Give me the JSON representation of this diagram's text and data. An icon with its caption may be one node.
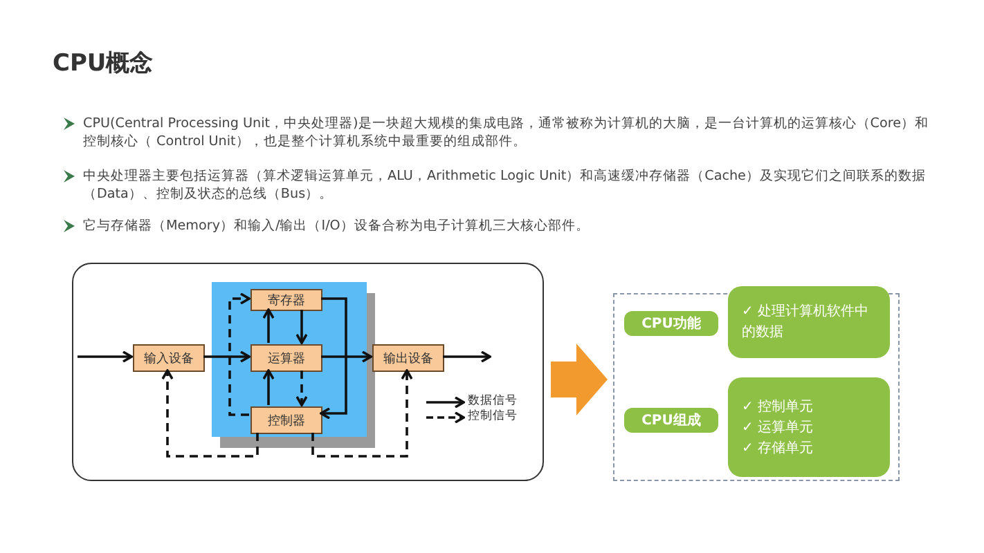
{
  "diagram": {
    "title": "CPU概念",
    "nodes": [
      {
        "text": [],
        "shape": "box"
      },
      {
        "text": [],
        "shape": "box",
        "in": 0
      },
      {
        "text": [
          "寄存器"
        ],
        "in": 1
      },
      {
        "text": [
          "输入设备"
        ],
        "in": 0
      },
      {
        "text": [
          "运算器"
        ],
        "in": 1
      },
      {
        "text": [
          "输出设备"
        ],
        "in": 0
      },
      {
        "text": [
          "控制器"
        ],
        "in": 1
      },
      {
        "text": [],
        "shape": "box"
      },
      {
        "text": [
          "CPU功能"
        ],
        "in": 7
      },
      {
        "text": [
          "✓ 处理计算机软件中的数据"
        ],
        "in": 7
      },
      {
        "text": [
          "CPU组成"
        ],
        "in": 7
      },
      {
        "text": [
          "✓ 控制单元",
          "✓ 运算单元",
          "✓ 存储单元"
        ],
        "in": 7
      }
    ],
    "edges": [
      {
        "from": null,
        "to": 3,
        "arrow": "to"
      },
      {
        "from": 3,
        "to": 4,
        "arrow": "to"
      },
      {
        "from": 4,
        "to": 5,
        "arrow": "to"
      },
      {
        "from": 5,
        "to": null,
        "arrow": "to"
      },
      {
        "from": 4,
        "to": 2,
        "arrow": "to"
      },
      {
        "from": 2,
        "to": 4,
        "arrow": "to"
      },
      {
        "from": 6,
        "to": 4,
        "arrow": "to"
      },
      {
        "from": 4,
        "to": 6,
        "arrow": "to",
        "style": "dashed"
      },
      {
        "from": 2,
        "to": 6,
        "arrow": "to"
      },
      {
        "from": 6,
        "to": 3,
        "arrow": "to",
        "style": "dashed"
      },
      {
        "from": 6,
        "to": 5,
        "arrow": "to",
        "style": "dashed"
      },
      {
        "from": 6,
        "to": 2,
        "arrow": "to",
        "style": "dashed"
      },
      {
        "from": 0,
        "to": 7,
        "arrow": "to",
        "style": "thick",
        "color": "#f39a2e"
      }
    ],
    "labels": [
      "CPU(Central Processing Unit，中央处理器)是一块超大规模的集成电路，通常被称为计算机的大脑，是一台计算机的运算核心（Core）和控制核心（ Control Unit），也是整个计算机系统中最重要的组成部件。",
      "中央处理器主要包括运算器（算术逻辑运算单元，ALU，Arithmetic Logic Unit）和高速缓冲存储器（Cache）及实现它们之间联系的数据（Data）、控制及状态的总线（Bus）。",
      "它与存储器（Memory）和输入/输出（I/O）设备合称为电子计算机三大核心部件。"
    ],
    "legend": [
      {
        "text": "数据信号"
      },
      {
        "text": "控制信号"
      }
    ]
  }
}
